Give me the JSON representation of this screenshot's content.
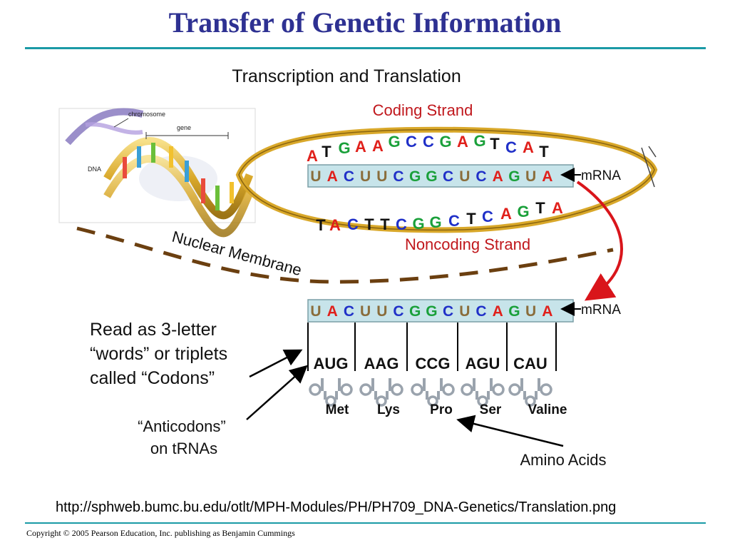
{
  "slide": {
    "title": "Transfer of Genetic Information",
    "source_url": "http://sphweb.bumc.bu.edu/otlt/MPH-Modules/PH/PH709_DNA-Genetics/Translation.png",
    "copyright": "Copyright © 2005 Pearson Education, Inc. publishing as Benjamin Cummings"
  },
  "diagram": {
    "heading": "Transcription and Translation",
    "coding_strand_label": "Coding Strand",
    "noncoding_strand_label": "Noncoding Strand",
    "nuclear_membrane_label": "Nuclear Membrane",
    "mrna_label_top": "mRNA",
    "mrna_label_bottom": "mRNA",
    "dna_image_labels": {
      "chromosome": "chromosome",
      "gene": "gene",
      "dna": "DNA"
    },
    "coding_strand": [
      "A",
      "T",
      "G",
      "A",
      "A",
      "G",
      "C",
      "C",
      "G",
      "A",
      "G",
      "T",
      "C",
      "A",
      "T"
    ],
    "noncoding_strand": [
      "T",
      "A",
      "C",
      "T",
      "T",
      "C",
      "G",
      "G",
      "C",
      "T",
      "C",
      "A",
      "G",
      "T",
      "A"
    ],
    "mrna": [
      "U",
      "A",
      "C",
      "U",
      "U",
      "C",
      "G",
      "G",
      "C",
      "U",
      "C",
      "A",
      "G",
      "U",
      "A"
    ],
    "codons": [
      "AUG",
      "AAG",
      "CCG",
      "AGU",
      "CAU"
    ],
    "amino_acids": [
      "Met",
      "Lys",
      "Pro",
      "Ser",
      "Valine"
    ],
    "callouts": {
      "codons": [
        "Read as 3-letter",
        "“words” or triplets",
        "called “Codons”"
      ],
      "anticodons": [
        "“Anticodons”",
        "on tRNAs"
      ],
      "amino_acids": "Amino Acids"
    },
    "base_colors": {
      "A": "#e0201b",
      "T": "#111111",
      "G": "#1aa03a",
      "C": "#2030c8",
      "U": "#8a6d3b"
    }
  }
}
